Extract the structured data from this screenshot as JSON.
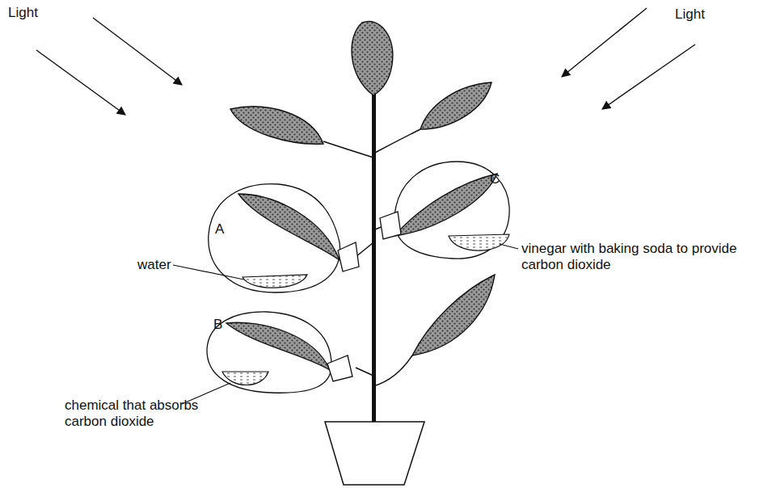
{
  "diagram": {
    "labels": [
      "Light",
      "Light",
      "A",
      "water",
      "B",
      "chemical that absorbs carbon dioxide",
      "C",
      "vinegar with baking soda to provide carbon dioxide"
    ]
  }
}
